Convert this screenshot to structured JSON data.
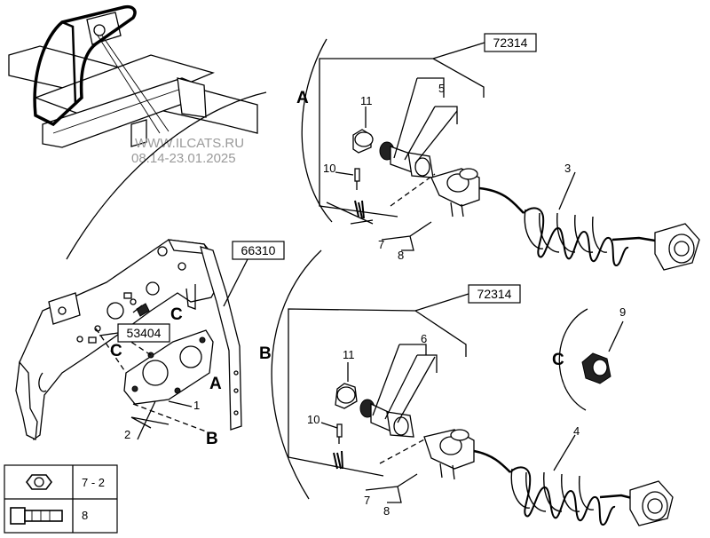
{
  "watermark": {
    "site": "WWW.ILCATS.RU",
    "stamp": "08.14-23.01.2025"
  },
  "reference_boxes": [
    "72314",
    "66310",
    "53404",
    "72314"
  ],
  "section_letters": {
    "A_top": "A",
    "B_mid": "B",
    "C_mid": "C",
    "bracket_A": "A",
    "bracket_B": "B",
    "bracket_C1": "C",
    "bracket_C2": "C"
  },
  "callouts": {
    "top": [
      "11",
      "5",
      "10",
      "3",
      "7",
      "8"
    ],
    "bottom": [
      "11",
      "6",
      "10",
      "4",
      "7",
      "8"
    ],
    "side": [
      "9"
    ],
    "bracket": [
      "1",
      "2"
    ]
  },
  "legend": {
    "rows": [
      {
        "icon": "hex-nut-icon",
        "label": "7 - 2"
      },
      {
        "icon": "bolt-icon",
        "label": "8"
      }
    ]
  }
}
